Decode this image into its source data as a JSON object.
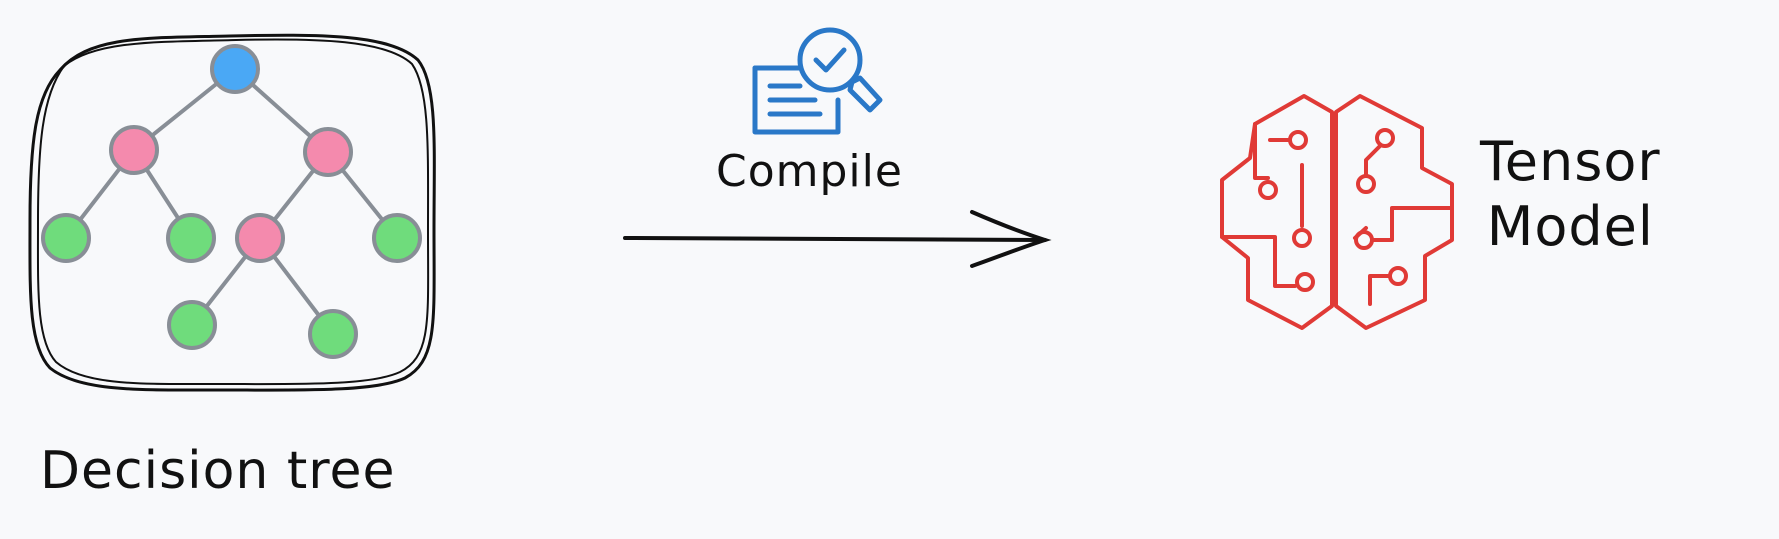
{
  "labels": {
    "decision_tree": "Decision tree",
    "compile": "Compile",
    "tensor_line1": "Tensor",
    "tensor_line2": "Model"
  },
  "colors": {
    "background": "#f8f9fb",
    "root_node": "#4aa8f5",
    "internal_node": "#f48aad",
    "leaf_node": "#6fdc7c",
    "node_stroke": "#888e96",
    "edge": "#888e96",
    "compile_icon": "#2a78c8",
    "brain_icon": "#e03a36",
    "ink": "#111111"
  },
  "icons": {
    "compile": "document-search-check-icon",
    "model": "brain-circuit-icon"
  }
}
